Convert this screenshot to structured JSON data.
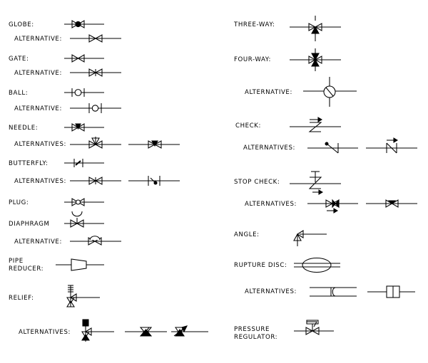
{
  "labels": {
    "globe": "GLOBE:",
    "globe_alt": "ALTERNATIVE:",
    "gate": "GATE:",
    "gate_alt": "ALTERNATIVE:",
    "ball": "BALL:",
    "ball_alt": "ALTERNATIVE:",
    "needle": "NEEDLE:",
    "needle_alt": "ALTERNATIVES:",
    "butterfly": "BUTTERFLY:",
    "butterfly_alt": "ALTERNATIVES:",
    "plug": "PLUG:",
    "diaphragm": "DIAPHRAGM",
    "diaphragm_alt": "ALTERNATIVE:",
    "pipe_reducer_1": "PIPE",
    "pipe_reducer_2": "REDUCER:",
    "relief": "RELIEF:",
    "relief_alt": "ALTERNATIVES:",
    "three_way": "THREE-WAY:",
    "four_way": "FOUR-WAY:",
    "four_way_alt": "ALTERNATIVE:",
    "check": "CHECK:",
    "check_alt": "ALTERNATIVES:",
    "stop_check": "STOP CHECK:",
    "stop_check_alt": "ALTERNATIVES:",
    "angle": "ANGLE:",
    "rupture_disc": "RUPTURE DISC:",
    "rupture_disc_alt": "ALTERNATIVES:",
    "pressure_regulator_1": "PRESSURE",
    "pressure_regulator_2": "REGULATOR:"
  }
}
